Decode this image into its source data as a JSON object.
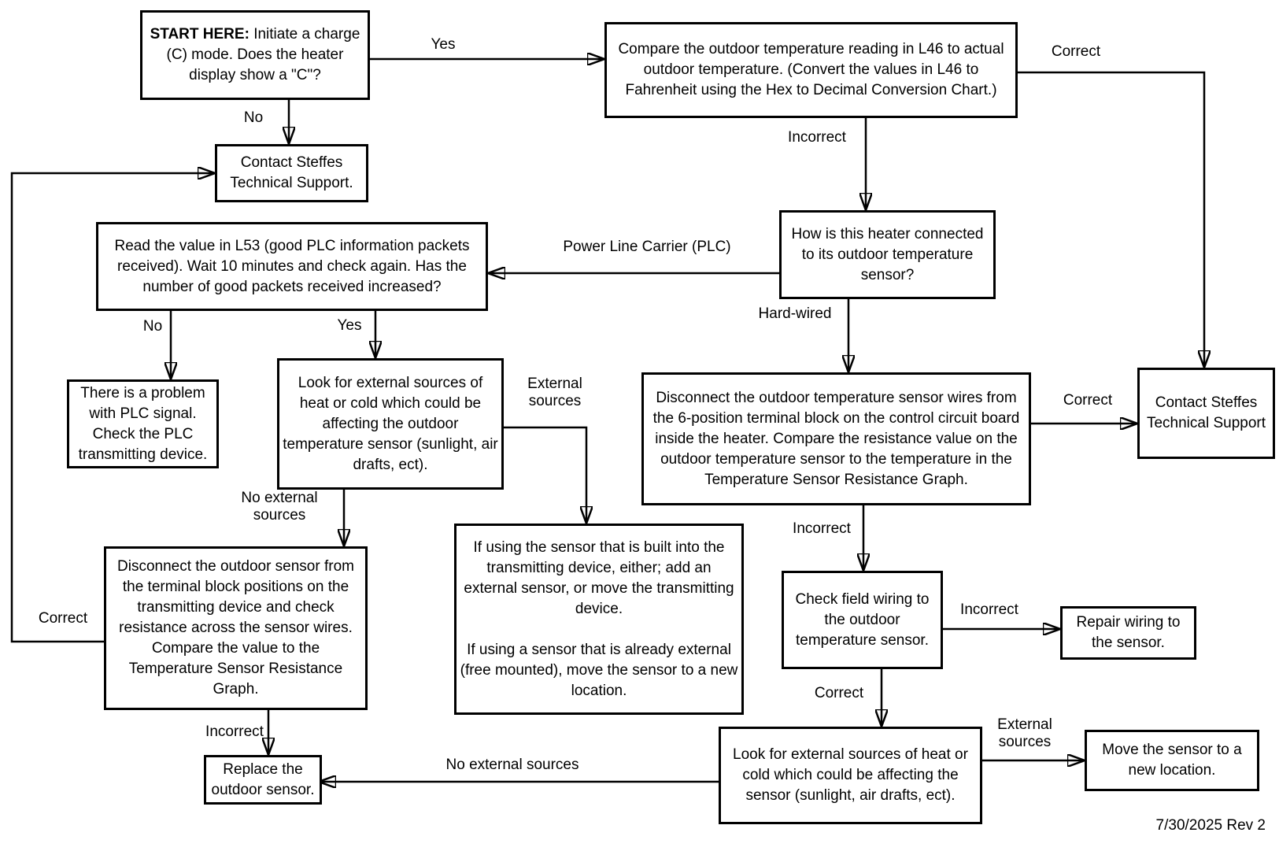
{
  "footer": {
    "revision": "7/30/2025 Rev 2"
  },
  "nodes": {
    "start": {
      "bold": "START HERE:",
      "text": "Initiate a charge (C) mode. Does the heater display show a \"C\"?"
    },
    "compare_l46": {
      "text": "Compare the outdoor temperature reading in L46 to actual outdoor temperature. (Convert the values in L46 to Fahrenheit using the Hex to Decimal Conversion Chart.)"
    },
    "contact_support_top": {
      "text": "Contact Steffes Technical Support."
    },
    "read_l53": {
      "text": "Read the value in L53 (good PLC information packets received). Wait 10 minutes and check again. Has the number of good packets received increased?"
    },
    "how_connected": {
      "text": "How is this heater connected to its outdoor temperature sensor?"
    },
    "plc_problem": {
      "text": "There is a problem with PLC signal. Check the PLC transmitting device."
    },
    "look_external_top": {
      "text": "Look for external sources of heat or cold which could be affecting the outdoor temperature sensor (sunlight, air drafts, ect)."
    },
    "disconnect_heater": {
      "text": "Disconnect the outdoor temperature sensor wires from the 6-position terminal block on the control circuit board inside the heater. Compare the resistance value on the outdoor temperature sensor to the temperature in the Temperature Sensor Resistance Graph."
    },
    "contact_support_right": {
      "text": "Contact Steffes Technical Support"
    },
    "if_using": {
      "para1": "If using the sensor that is built into the transmitting device, either; add an external sensor, or move the transmitting device.",
      "para2": "If using a sensor that is already external (free mounted), move the sensor to a new location."
    },
    "disconnect_transmitter": {
      "text": "Disconnect the outdoor sensor from the terminal block positions on the transmitting device and check resistance across the sensor wires. Compare the value to the Temperature Sensor Resistance Graph."
    },
    "check_wiring": {
      "text": "Check field wiring to the outdoor temperature sensor."
    },
    "repair_wiring": {
      "text": "Repair wiring to the sensor."
    },
    "replace_sensor": {
      "text": "Replace the outdoor sensor."
    },
    "look_external_bottom": {
      "text": "Look for external sources of heat or cold which could be affecting the sensor (sunlight, air drafts, ect)."
    },
    "move_sensor": {
      "text": "Move the sensor to a new location."
    }
  },
  "labels": {
    "yes_start": "Yes",
    "no_start": "No",
    "correct_compare": "Correct",
    "incorrect_compare": "Incorrect",
    "plc": "Power Line Carrier (PLC)",
    "hard_wired": "Hard-wired",
    "no_l53": "No",
    "yes_l53": "Yes",
    "external_sources_top": "External\nsources",
    "no_external_top": "No external\nsources",
    "correct_resistance": "Correct",
    "incorrect_resistance": "Incorrect",
    "incorrect_wiring": "Incorrect",
    "correct_wiring": "Correct",
    "external_sources_bottom": "External\nsources",
    "no_external_bottom": "No external sources",
    "incorrect_transmitter": "Incorrect",
    "correct_loop": "Correct"
  }
}
